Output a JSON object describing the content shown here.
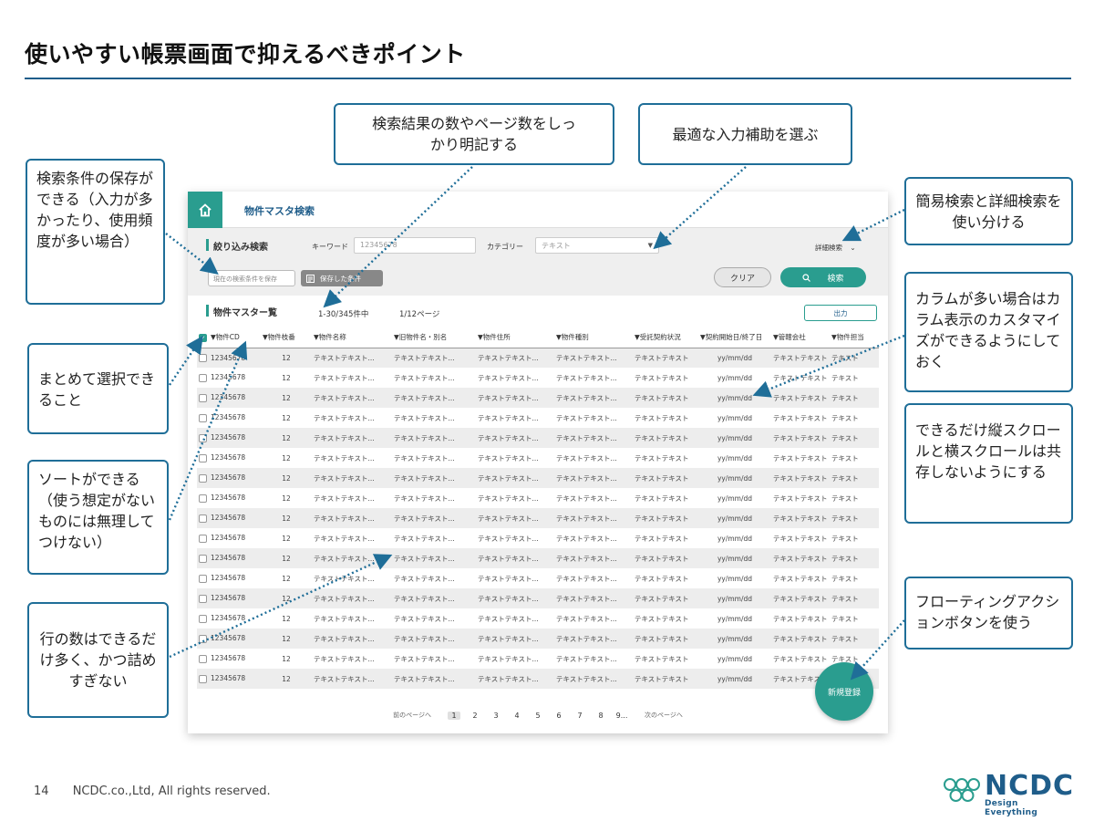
{
  "slide": {
    "title": "使いやすい帳票画面で抑えるべきポイント",
    "page_number": "14",
    "copyright": "NCDC.co.,Ltd, All rights reserved.",
    "logo": {
      "name": "NCDC",
      "tagline": "Design Everything"
    }
  },
  "notes": {
    "save_conditions": "検索条件の保存ができる（入力が多かったり、使用頻度が多い場合）",
    "bulk_select": "まとめて選択できること",
    "sort": "ソートができる（使う想定がないものには無理してつけない）",
    "rows": "行の数はできるだけ多く、かつ詰めすぎない",
    "counts": "検索結果の数やページ数をしっかり明記する",
    "input_assist": "最適な入力補助を選ぶ",
    "simple_detail": "簡易検索と詳細検索を使い分ける",
    "columns": "カラムが多い場合はカラム表示のカスタマイズができるようにしておく",
    "scroll": "できるだけ縦スクロールと横スクロールは共存しないようにする",
    "fab": "フローティングアクションボタンを使う"
  },
  "mock": {
    "header": {
      "title": "物件マスタ検索",
      "home_icon": "home-icon"
    },
    "filter": {
      "section_label": "絞り込み検索",
      "keyword_label": "キーワード",
      "keyword_value": "12345678",
      "category_label": "カテゴリー",
      "category_placeholder": "テキスト",
      "detail_search": "詳細検索",
      "save_condition_placeholder": "現在の検索条件を保存",
      "saved_conditions": "保存した条件",
      "clear": "クリア",
      "search": "検索"
    },
    "list": {
      "section_label": "物件マスター覧",
      "result_count": "1-30/345件中",
      "page_count": "1/12ページ",
      "export": "出力",
      "columns": [
        "▼物件CD",
        "▼物件枝番",
        "▼物件名称",
        "▼旧物件名・別名",
        "▼物件住所",
        "▼物件種別",
        "▼受託契約状況",
        "▼契約開始日/終了日",
        "▼管轄会社",
        "▼物件担当"
      ],
      "rows": [
        [
          "12345678",
          "12",
          "テキストテキスト...",
          "テキストテキスト...",
          "テキストテキスト...",
          "テキストテキスト...",
          "テキストテキスト",
          "yy/mm/dd",
          "テキストテキスト",
          "テキスト"
        ],
        [
          "12345678",
          "12",
          "テキストテキスト...",
          "テキストテキスト...",
          "テキストテキスト...",
          "テキストテキスト...",
          "テキストテキスト",
          "yy/mm/dd",
          "テキストテキスト",
          "テキスト"
        ],
        [
          "12345678",
          "12",
          "テキストテキスト...",
          "テキストテキスト...",
          "テキストテキスト...",
          "テキストテキスト...",
          "テキストテキスト",
          "yy/mm/dd",
          "テキストテキスト",
          "テキスト"
        ],
        [
          "12345678",
          "12",
          "テキストテキスト...",
          "テキストテキスト...",
          "テキストテキスト...",
          "テキストテキスト...",
          "テキストテキスト",
          "yy/mm/dd",
          "テキストテキスト",
          "テキスト"
        ],
        [
          "12345678",
          "12",
          "テキストテキスト...",
          "テキストテキスト...",
          "テキストテキスト...",
          "テキストテキスト...",
          "テキストテキスト",
          "yy/mm/dd",
          "テキストテキスト",
          "テキスト"
        ],
        [
          "12345678",
          "12",
          "テキストテキスト...",
          "テキストテキスト...",
          "テキストテキスト...",
          "テキストテキスト...",
          "テキストテキスト",
          "yy/mm/dd",
          "テキストテキスト",
          "テキスト"
        ],
        [
          "12345678",
          "12",
          "テキストテキスト...",
          "テキストテキスト...",
          "テキストテキスト...",
          "テキストテキスト...",
          "テキストテキスト",
          "yy/mm/dd",
          "テキストテキスト",
          "テキスト"
        ],
        [
          "12345678",
          "12",
          "テキストテキスト...",
          "テキストテキスト...",
          "テキストテキスト...",
          "テキストテキスト...",
          "テキストテキスト",
          "yy/mm/dd",
          "テキストテキスト",
          "テキスト"
        ],
        [
          "12345678",
          "12",
          "テキストテキスト...",
          "テキストテキスト...",
          "テキストテキスト...",
          "テキストテキスト...",
          "テキストテキスト",
          "yy/mm/dd",
          "テキストテキスト",
          "テキスト"
        ],
        [
          "12345678",
          "12",
          "テキストテキスト...",
          "テキストテキスト...",
          "テキストテキスト...",
          "テキストテキスト...",
          "テキストテキスト",
          "yy/mm/dd",
          "テキストテキスト",
          "テキスト"
        ],
        [
          "12345678",
          "12",
          "テキストテキスト...",
          "テキストテキスト...",
          "テキストテキスト...",
          "テキストテキスト...",
          "テキストテキスト",
          "yy/mm/dd",
          "テキストテキスト",
          "テキスト"
        ],
        [
          "12345678",
          "12",
          "テキストテキスト...",
          "テキストテキスト...",
          "テキストテキスト...",
          "テキストテキスト...",
          "テキストテキスト",
          "yy/mm/dd",
          "テキストテキスト",
          "テキスト"
        ],
        [
          "12345678",
          "12",
          "テキストテキスト...",
          "テキストテキスト...",
          "テキストテキスト...",
          "テキストテキスト...",
          "テキストテキスト",
          "yy/mm/dd",
          "テキストテキスト",
          "テキスト"
        ],
        [
          "12345678",
          "12",
          "テキストテキスト...",
          "テキストテキスト...",
          "テキストテキスト...",
          "テキストテキスト...",
          "テキストテキスト",
          "yy/mm/dd",
          "テキストテキスト",
          "テキスト"
        ],
        [
          "12345678",
          "12",
          "テキストテキスト...",
          "テキストテキスト...",
          "テキストテキスト...",
          "テキストテキスト...",
          "テキストテキスト",
          "yy/mm/dd",
          "テキストテキスト",
          "テキスト"
        ],
        [
          "12345678",
          "12",
          "テキストテキスト...",
          "テキストテキスト...",
          "テキストテキスト...",
          "テキストテキスト...",
          "テキストテキスト",
          "yy/mm/dd",
          "テキストテキスト",
          "テキスト"
        ],
        [
          "12345678",
          "12",
          "テキストテキスト...",
          "テキストテキスト...",
          "テキストテキスト...",
          "テキストテキスト...",
          "テキストテキスト",
          "yy/mm/dd",
          "テキストテキスト",
          "テキスト"
        ]
      ]
    },
    "pager": {
      "prev": "前のページへ",
      "pages": [
        "1",
        "2",
        "3",
        "4",
        "5",
        "6",
        "7",
        "8",
        "9..."
      ],
      "current": "1",
      "next": "次のページへ"
    },
    "fab_label": "新規登録"
  },
  "colors": {
    "accent": "#2a9d8f",
    "brand": "#1f5d8a",
    "note_border": "#1f6e98",
    "arrow": "#1f6e98"
  }
}
